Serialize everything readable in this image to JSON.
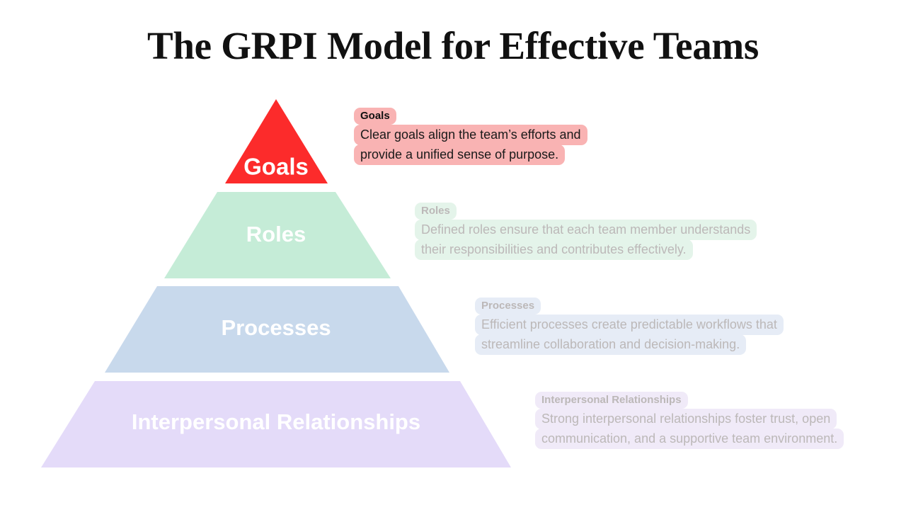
{
  "slide": {
    "title": "The GRPI Model for Effective Teams",
    "background": "#ffffff"
  },
  "pyramid": {
    "tiers": [
      {
        "id": "goals",
        "label": "Goals",
        "color": "#fc2b2b",
        "state": "active",
        "level": 1
      },
      {
        "id": "roles",
        "label": "Roles",
        "color": "#c5ecd7",
        "state": "faded",
        "level": 2
      },
      {
        "id": "processes",
        "label": "Processes",
        "color": "#c8d9ec",
        "state": "faded",
        "level": 3
      },
      {
        "id": "interpersonal",
        "label": "Interpersonal Relationships",
        "color": "#e4dbf9",
        "state": "faded",
        "level": 4
      }
    ]
  },
  "callouts": [
    {
      "id": "goals",
      "heading": "Goals",
      "lines": [
        "Clear goals align the team’s efforts and",
        "provide a unified sense of purpose."
      ],
      "highlight": "#f9b3b3",
      "text_color": "#1a1a1a",
      "state": "active"
    },
    {
      "id": "roles",
      "heading": "Roles",
      "lines": [
        "Defined roles ensure that each team member understands",
        "their responsibilities and contributes effectively."
      ],
      "highlight": "#e4f4ea",
      "text_color": "#bcb8b8",
      "state": "faded"
    },
    {
      "id": "processes",
      "heading": "Processes",
      "lines": [
        "Efficient processes create predictable workflows that",
        "streamline collaboration and decision-making."
      ],
      "highlight": "#e6ecf6",
      "text_color": "#bcb8b8",
      "state": "faded"
    },
    {
      "id": "interpersonal",
      "heading": "Interpersonal Relationships",
      "lines": [
        "Strong interpersonal relationships foster trust, open",
        "communication, and a supportive team environment."
      ],
      "highlight": "#f0eaf8",
      "text_color": "#bcb8b8",
      "state": "faded"
    }
  ]
}
